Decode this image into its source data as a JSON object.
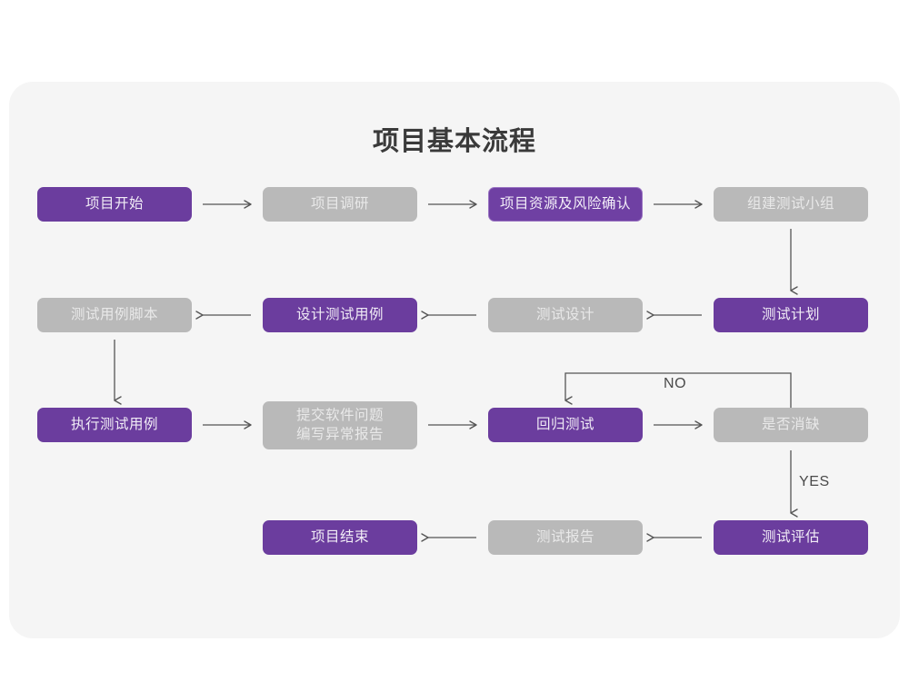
{
  "page": {
    "title": "项目基本流程",
    "background": "#ffffff",
    "card_background": "#f5f5f5",
    "purple": "#6b3d9e",
    "purple_border": "#9a74c2",
    "gray": "#b9b9b9",
    "gray_text": "#e9e9e9",
    "arrow_color": "#555555"
  },
  "nodes": [
    {
      "id": "n1",
      "label": "项目开始",
      "style": "purple",
      "row": 1
    },
    {
      "id": "n2",
      "label": "项目调研",
      "style": "gray",
      "row": 1
    },
    {
      "id": "n3",
      "label": "项目资源及风险确认",
      "style": "purple-outline",
      "row": 1
    },
    {
      "id": "n4",
      "label": "组建测试小组",
      "style": "gray",
      "row": 1
    },
    {
      "id": "n5",
      "label": "测试用例脚本",
      "style": "gray",
      "row": 2
    },
    {
      "id": "n6",
      "label": "设计测试用例",
      "style": "purple",
      "row": 2
    },
    {
      "id": "n7",
      "label": "测试设计",
      "style": "gray",
      "row": 2
    },
    {
      "id": "n8",
      "label": "测试计划",
      "style": "purple",
      "row": 2
    },
    {
      "id": "n9",
      "label": "执行测试用例",
      "style": "purple",
      "row": 3
    },
    {
      "id": "n10",
      "label_line1": "提交软件问题",
      "label_line2": "编写异常报告",
      "style": "gray",
      "row": 3
    },
    {
      "id": "n11",
      "label": "回归测试",
      "style": "purple",
      "row": 3
    },
    {
      "id": "n12",
      "label": "是否消缺",
      "style": "gray",
      "row": 3
    },
    {
      "id": "n13",
      "label": "项目结束",
      "style": "purple",
      "row": 4
    },
    {
      "id": "n14",
      "label": "测试报告",
      "style": "gray",
      "row": 4
    },
    {
      "id": "n15",
      "label": "测试评估",
      "style": "purple",
      "row": 4
    }
  ],
  "edge_labels": {
    "no": "NO",
    "yes": "YES"
  }
}
